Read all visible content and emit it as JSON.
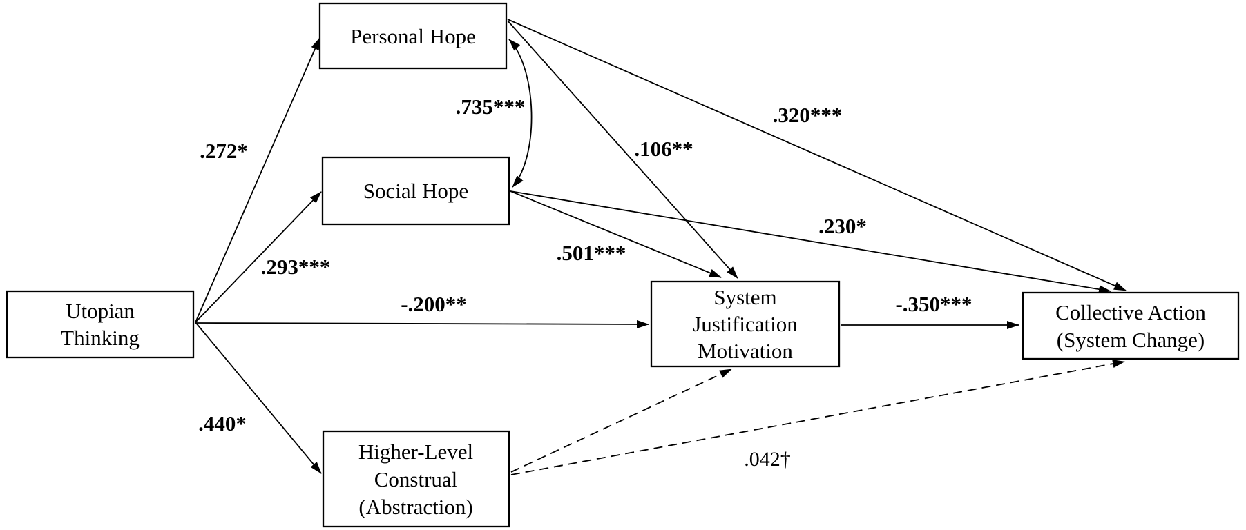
{
  "diagram": {
    "kind": "structural-path-model",
    "colors": {
      "background": "#ffffff",
      "line": "#000000",
      "box_border": "#000000",
      "text": "#000000"
    },
    "nodes": {
      "personal_hope": {
        "lines": [
          "Personal Hope"
        ]
      },
      "social_hope": {
        "lines": [
          "Social Hope"
        ]
      },
      "utopian_thinking": {
        "lines": [
          "Utopian",
          "Thinking"
        ]
      },
      "higher_level_construal": {
        "lines": [
          "Higher-Level",
          "Construal",
          "(Abstraction)"
        ]
      },
      "system_justification": {
        "lines": [
          "System",
          "Justification",
          "Motivation"
        ]
      },
      "collective_action": {
        "lines": [
          "Collective Action",
          "(System Change)"
        ]
      }
    },
    "paths": [
      {
        "from": "utopian_thinking",
        "to": "personal_hope",
        "label": ".272*",
        "style": "solid",
        "arrow": "single"
      },
      {
        "from": "utopian_thinking",
        "to": "social_hope",
        "label": ".293***",
        "style": "solid",
        "arrow": "single"
      },
      {
        "from": "utopian_thinking",
        "to": "system_justification",
        "label": "-.200**",
        "style": "solid",
        "arrow": "single"
      },
      {
        "from": "utopian_thinking",
        "to": "higher_level_construal",
        "label": ".440*",
        "style": "solid",
        "arrow": "single"
      },
      {
        "from": "personal_hope",
        "to": "social_hope",
        "label": ".735***",
        "style": "solid-curved",
        "arrow": "double"
      },
      {
        "from": "personal_hope",
        "to": "collective_action",
        "label": ".320***",
        "style": "solid",
        "arrow": "single"
      },
      {
        "from": "personal_hope",
        "to": "system_justification",
        "label": ".106**",
        "style": "solid",
        "arrow": "single"
      },
      {
        "from": "social_hope",
        "to": "collective_action",
        "label": ".230*",
        "style": "solid",
        "arrow": "single"
      },
      {
        "from": "social_hope",
        "to": "system_justification",
        "label": ".501***",
        "style": "solid",
        "arrow": "single"
      },
      {
        "from": "system_justification",
        "to": "collective_action",
        "label": "-.350***",
        "style": "solid",
        "arrow": "single"
      },
      {
        "from": "higher_level_construal",
        "to": "system_justification",
        "label": "",
        "style": "dashed",
        "arrow": "single"
      },
      {
        "from": "higher_level_construal",
        "to": "collective_action",
        "label": ".042†",
        "style": "dashed",
        "arrow": "single"
      }
    ]
  }
}
